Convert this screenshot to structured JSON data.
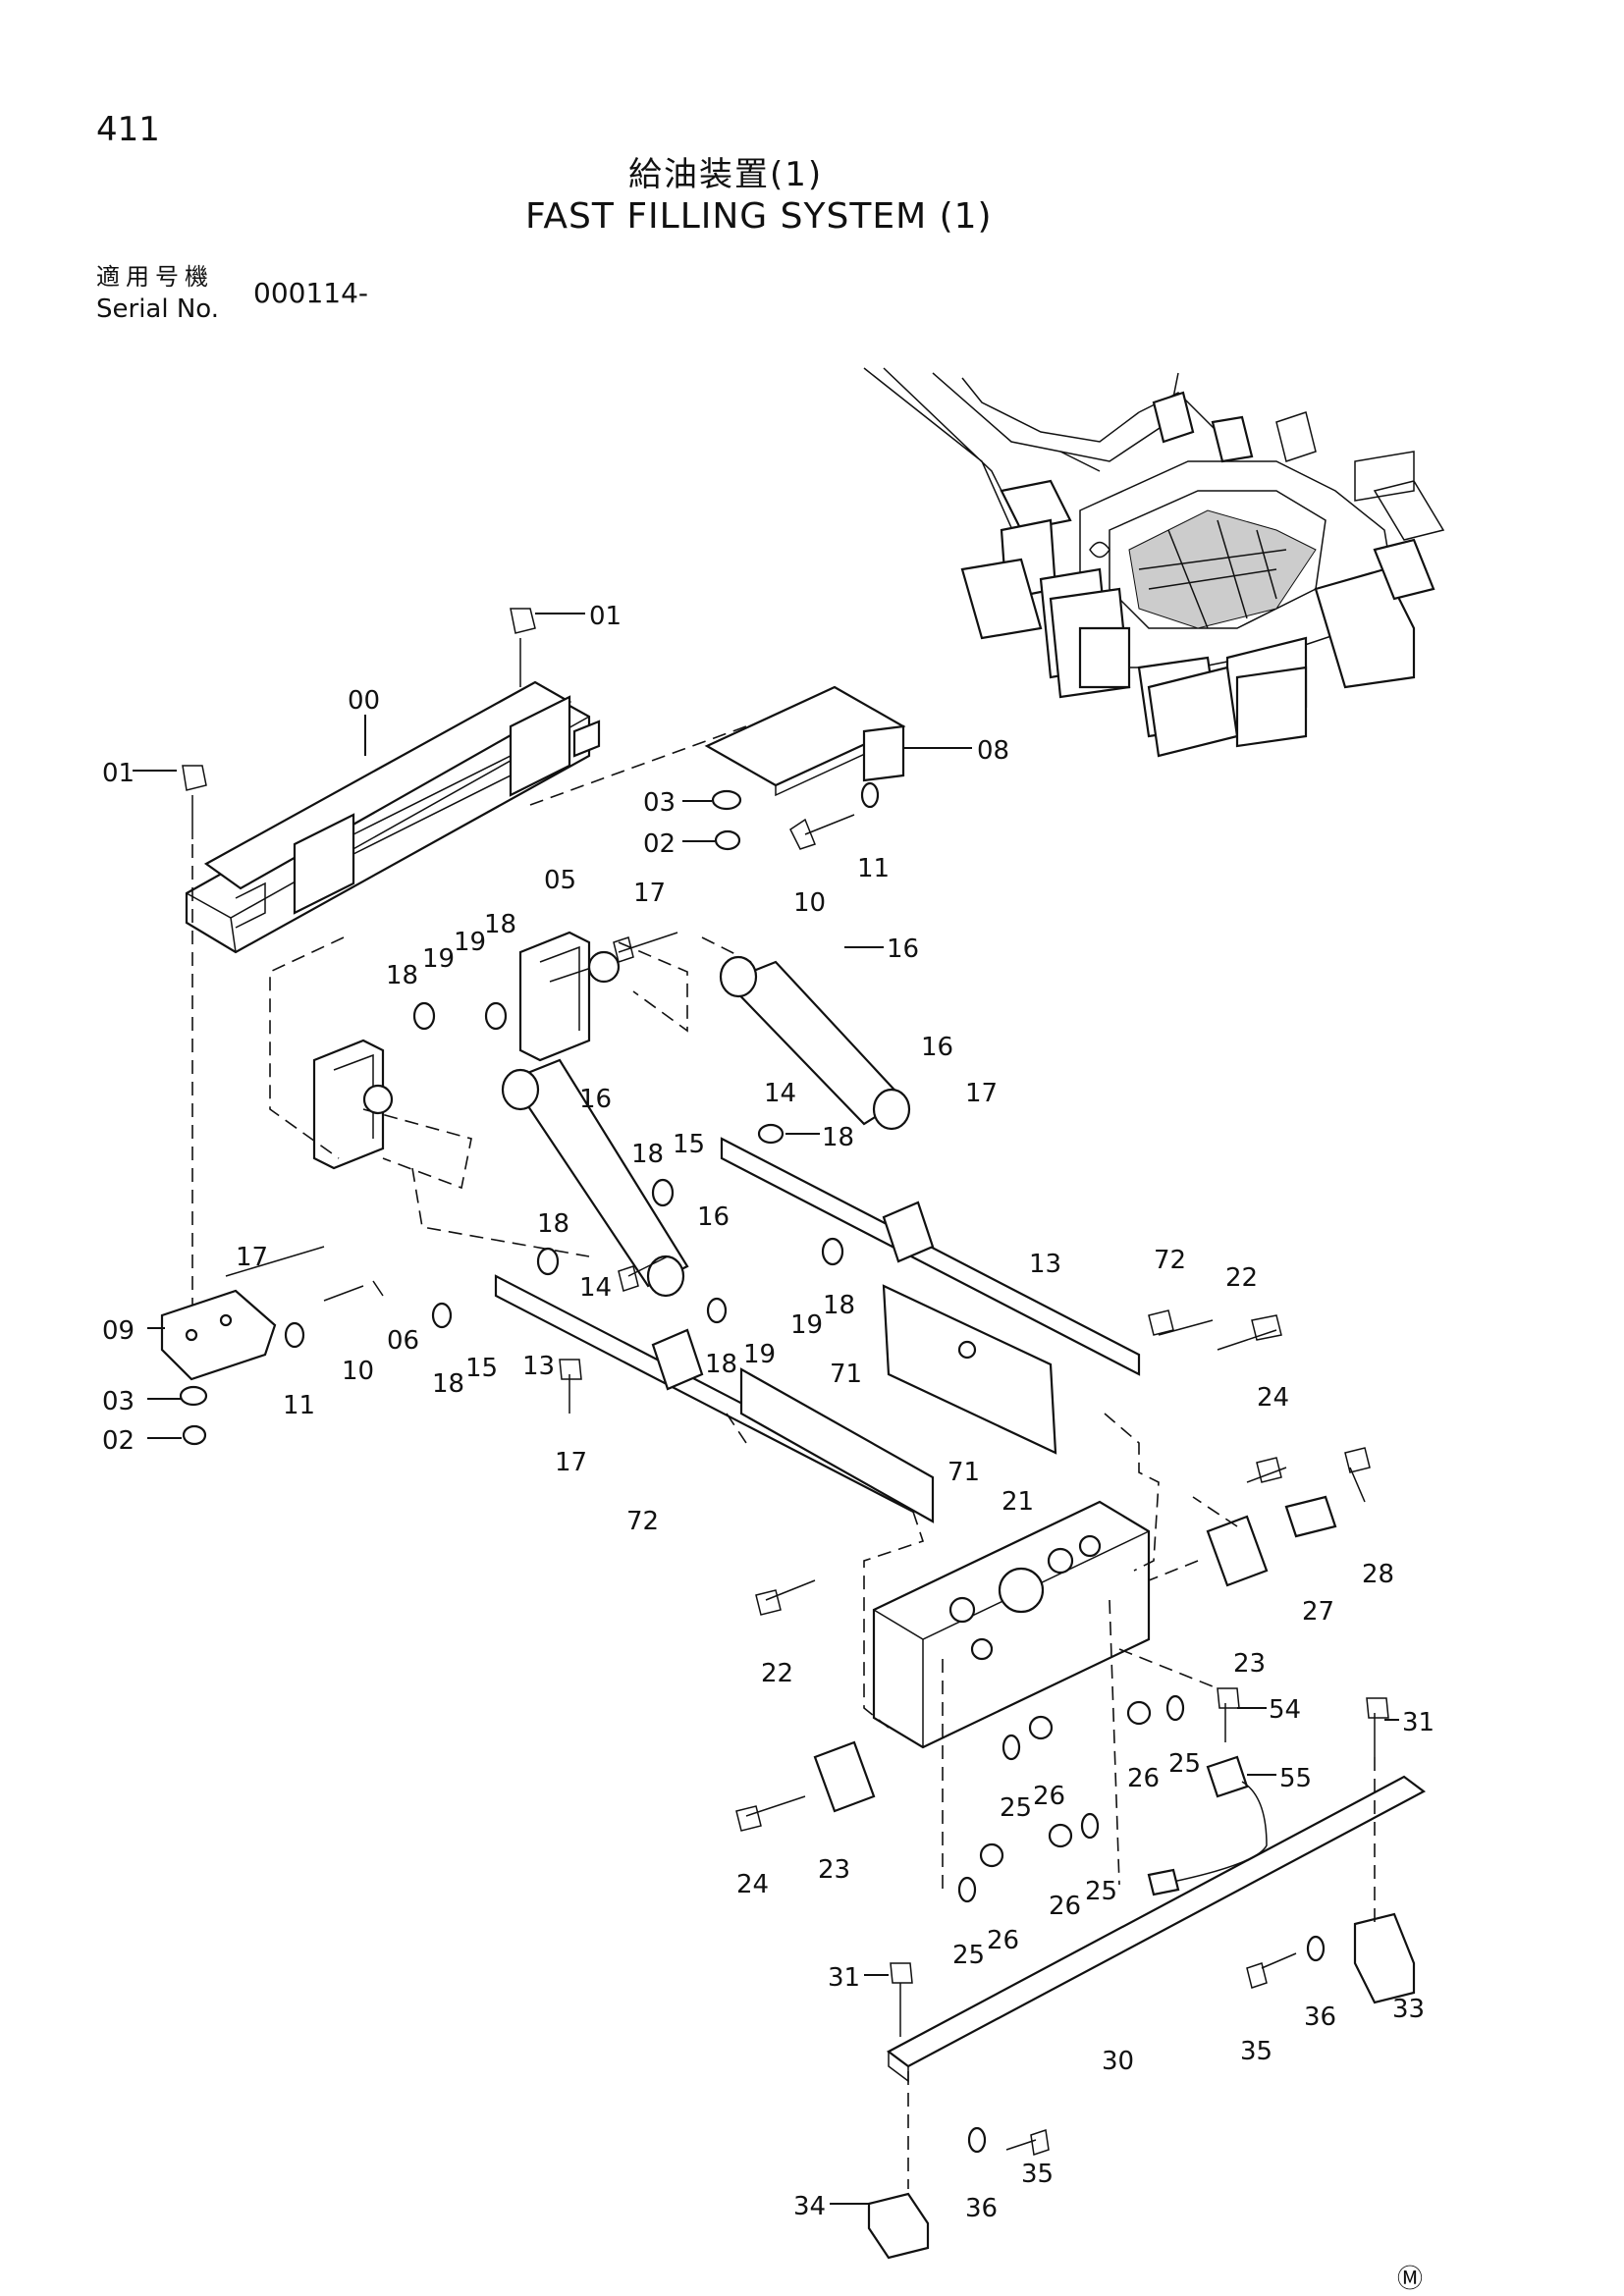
{
  "page": {
    "number": "411",
    "title_jp": "給油装置(1)",
    "title_en": "FAST FILLING SYSTEM (1)",
    "serial_label_jp": "適用号機",
    "serial_label_en": "Serial No.",
    "serial_value": "000114-",
    "mark": "Ⓜ"
  },
  "callouts": [
    {
      "id": "c-01a",
      "text": "01"
    },
    {
      "id": "c-00",
      "text": "00"
    },
    {
      "id": "c-01b",
      "text": "01"
    },
    {
      "id": "c-08",
      "text": "08"
    },
    {
      "id": "c-03a",
      "text": "03"
    },
    {
      "id": "c-02a",
      "text": "02"
    },
    {
      "id": "c-10a",
      "text": "10"
    },
    {
      "id": "c-11a",
      "text": "11"
    },
    {
      "id": "c-05",
      "text": "05"
    },
    {
      "id": "c-17a",
      "text": "17"
    },
    {
      "id": "c-16a",
      "text": "16"
    },
    {
      "id": "c-18a",
      "text": "18"
    },
    {
      "id": "c-19a",
      "text": "19"
    },
    {
      "id": "c-19b",
      "text": "19"
    },
    {
      "id": "c-18b",
      "text": "18"
    },
    {
      "id": "c-14a",
      "text": "14"
    },
    {
      "id": "c-16b",
      "text": "16"
    },
    {
      "id": "c-17b",
      "text": "17"
    },
    {
      "id": "c-16c",
      "text": "16"
    },
    {
      "id": "c-18c",
      "text": "18"
    },
    {
      "id": "c-15a",
      "text": "15"
    },
    {
      "id": "c-18d",
      "text": "18"
    },
    {
      "id": "c-17c",
      "text": "17"
    },
    {
      "id": "c-18e",
      "text": "18"
    },
    {
      "id": "c-16d",
      "text": "16"
    },
    {
      "id": "c-14b",
      "text": "14"
    },
    {
      "id": "c-19c",
      "text": "19"
    },
    {
      "id": "c-18f",
      "text": "18"
    },
    {
      "id": "c-13a",
      "text": "13"
    },
    {
      "id": "c-72a",
      "text": "72"
    },
    {
      "id": "c-22a",
      "text": "22"
    },
    {
      "id": "c-09",
      "text": "09"
    },
    {
      "id": "c-11b",
      "text": "11"
    },
    {
      "id": "c-10b",
      "text": "10"
    },
    {
      "id": "c-06",
      "text": "06"
    },
    {
      "id": "c-18g",
      "text": "18"
    },
    {
      "id": "c-15b",
      "text": "15"
    },
    {
      "id": "c-13b",
      "text": "13"
    },
    {
      "id": "c-18h",
      "text": "18"
    },
    {
      "id": "c-19d",
      "text": "19"
    },
    {
      "id": "c-71a",
      "text": "71"
    },
    {
      "id": "c-71b",
      "text": "71"
    },
    {
      "id": "c-03b",
      "text": "03"
    },
    {
      "id": "c-02b",
      "text": "02"
    },
    {
      "id": "c-17d",
      "text": "17"
    },
    {
      "id": "c-72b",
      "text": "72"
    },
    {
      "id": "c-24a",
      "text": "24"
    },
    {
      "id": "c-28",
      "text": "28"
    },
    {
      "id": "c-21",
      "text": "21"
    },
    {
      "id": "c-27",
      "text": "27"
    },
    {
      "id": "c-23a",
      "text": "23"
    },
    {
      "id": "c-22b",
      "text": "22"
    },
    {
      "id": "c-54",
      "text": "54"
    },
    {
      "id": "c-31a",
      "text": "31"
    },
    {
      "id": "c-26a",
      "text": "26"
    },
    {
      "id": "c-25a",
      "text": "25"
    },
    {
      "id": "c-55",
      "text": "55"
    },
    {
      "id": "c-25b",
      "text": "25"
    },
    {
      "id": "c-26b",
      "text": "26"
    },
    {
      "id": "c-24b",
      "text": "24"
    },
    {
      "id": "c-23b",
      "text": "23"
    },
    {
      "id": "c-26c",
      "text": "26"
    },
    {
      "id": "c-25c",
      "text": "25"
    },
    {
      "id": "c-25d",
      "text": "25"
    },
    {
      "id": "c-26d",
      "text": "26"
    },
    {
      "id": "c-31b",
      "text": "31"
    },
    {
      "id": "c-36a",
      "text": "36"
    },
    {
      "id": "c-33",
      "text": "33"
    },
    {
      "id": "c-35a",
      "text": "35"
    },
    {
      "id": "c-30",
      "text": "30"
    },
    {
      "id": "c-35b",
      "text": "35"
    },
    {
      "id": "c-34",
      "text": "34"
    },
    {
      "id": "c-36b",
      "text": "36"
    }
  ]
}
